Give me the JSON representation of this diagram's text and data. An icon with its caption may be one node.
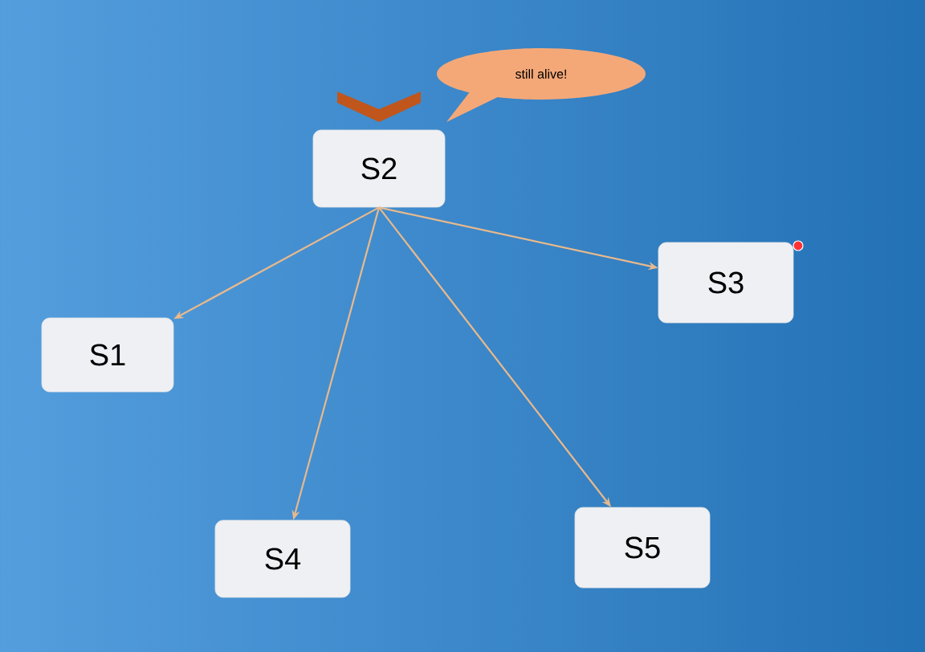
{
  "diagram": {
    "nodes": [
      {
        "text": [
          "still alive!"
        ]
      },
      {
        "text": [
          "S2"
        ]
      },
      {
        "text": [
          "S3"
        ]
      },
      {
        "text": [
          "S1"
        ]
      },
      {
        "text": [
          "S4"
        ]
      },
      {
        "text": [
          "S5"
        ]
      }
    ],
    "edges": [
      {
        "from": 1,
        "to": 3,
        "arrow": "to"
      },
      {
        "from": 1,
        "to": 4,
        "arrow": "to"
      },
      {
        "from": 1,
        "to": 5,
        "arrow": "to"
      },
      {
        "from": 1,
        "to": 2,
        "arrow": "to"
      }
    ]
  }
}
